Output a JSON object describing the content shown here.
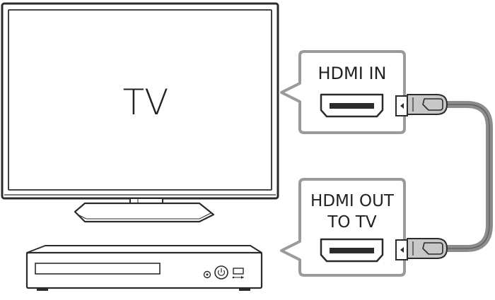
{
  "tv": {
    "label": "TV"
  },
  "callouts": {
    "hdmi_in": {
      "label": "HDMI IN"
    },
    "hdmi_out": {
      "label_line1": "HDMI OUT",
      "label_line2": "TO TV"
    }
  },
  "colors": {
    "outline": "#2b2b2b",
    "callout_border": "#9a9a9a",
    "cable": "#8c8c8c",
    "connector": "#c8c8c8"
  },
  "icons": {
    "power": "power-icon",
    "usb": "usb-icon",
    "hdmi_port": "hdmi-port-icon",
    "hdmi_plug": "hdmi-plug-icon"
  }
}
